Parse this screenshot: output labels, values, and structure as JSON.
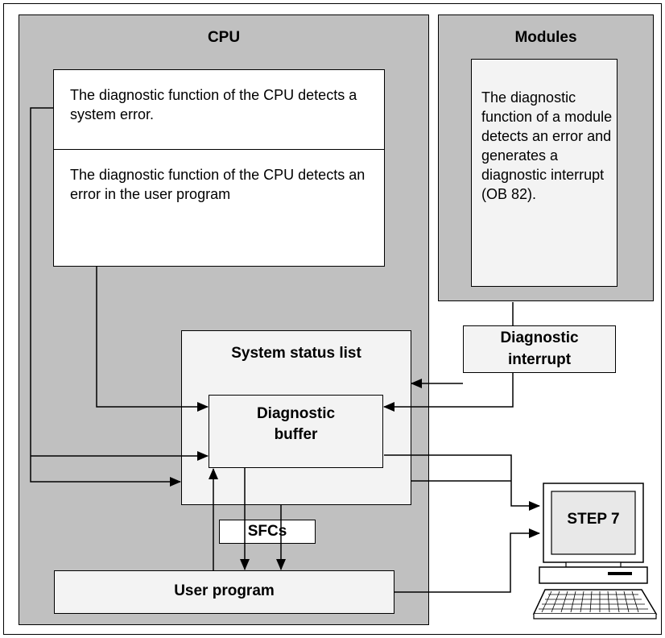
{
  "cpu": {
    "title": "CPU"
  },
  "modules": {
    "title": "Modules",
    "text": "The diagnostic function of a module detects an error and generates a diagnostic interrupt (OB 82)."
  },
  "cpu_box": {
    "system_error": "The diagnostic function of the CPU detects a system error.",
    "user_error": "The diagnostic function of the CPU detects an error in the user program"
  },
  "diagnostic_interrupt": {
    "line1": "Diagnostic",
    "line2": "interrupt"
  },
  "system_status_list": {
    "title": "System status list"
  },
  "diagnostic_buffer": {
    "line1": "Diagnostic",
    "line2": "buffer"
  },
  "sfcs": {
    "label": "SFCs"
  },
  "user_program": {
    "label": "User program"
  },
  "step7": {
    "label": "STEP 7"
  }
}
